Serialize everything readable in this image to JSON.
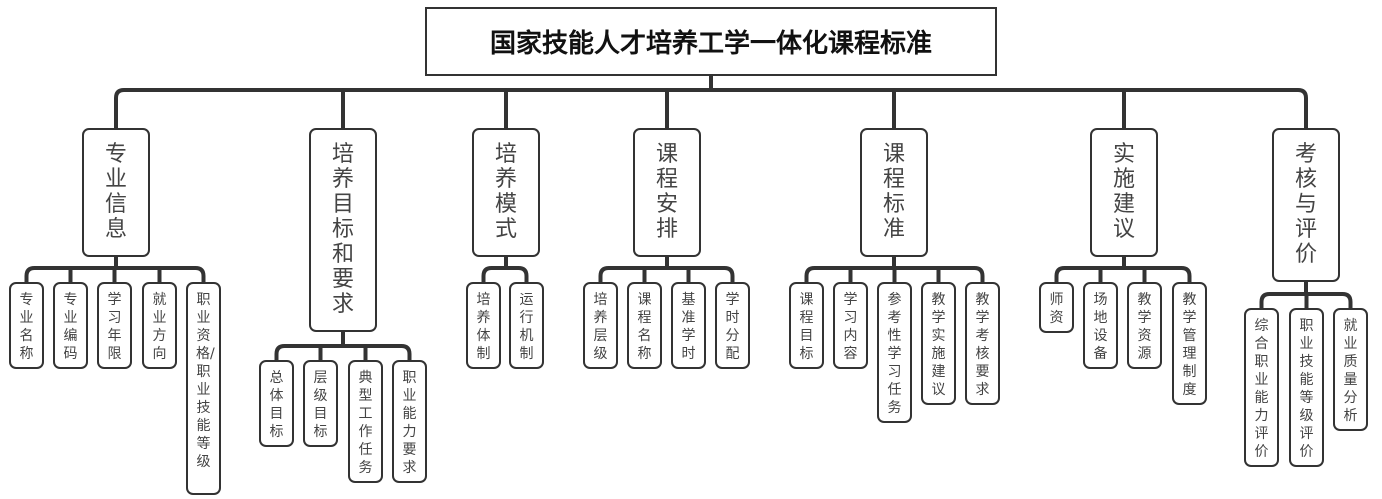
{
  "title": "国家技能人才培养工学一体化课程标准",
  "branches": [
    {
      "label": "专业信息",
      "children": [
        "专业名称",
        "专业编码",
        "学习年限",
        "就业方向",
        "职业资格/职业技能等级"
      ]
    },
    {
      "label": "培养目标和要求",
      "children": [
        "总体目标",
        "层级目标",
        "典型工作任务",
        "职业能力要求"
      ]
    },
    {
      "label": "培养模式",
      "children": [
        "培养体制",
        "运行机制"
      ]
    },
    {
      "label": "课程安排",
      "children": [
        "培养层级",
        "课程名称",
        "基准学时",
        "学时分配"
      ]
    },
    {
      "label": "课程标准",
      "children": [
        "课程目标",
        "学习内容",
        "参考性学习任务",
        "教学实施建议",
        "教学考核要求"
      ]
    },
    {
      "label": "实施建议",
      "children": [
        "师资",
        "场地设备",
        "教学资源",
        "教学管理制度"
      ]
    },
    {
      "label": "考核与评价",
      "children": [
        "综合职业能力评价",
        "职业技能等级评价",
        "就业质量分析"
      ]
    }
  ],
  "colors": {
    "line": "#333333",
    "text": "#444444"
  }
}
